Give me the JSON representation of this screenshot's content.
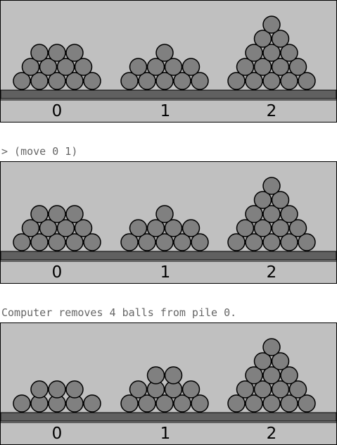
{
  "boards": [
    {
      "piles": [
        {
          "label": "0",
          "balls": 12
        },
        {
          "label": "1",
          "balls": 10
        },
        {
          "label": "2",
          "balls": 15
        }
      ]
    },
    {
      "piles": [
        {
          "label": "0",
          "balls": 12
        },
        {
          "label": "1",
          "balls": 10
        },
        {
          "label": "2",
          "balls": 15
        }
      ]
    },
    {
      "piles": [
        {
          "label": "0",
          "balls": 8
        },
        {
          "label": "1",
          "balls": 11
        },
        {
          "label": "2",
          "balls": 15
        }
      ]
    }
  ],
  "console": {
    "command": "> (move 0 1)",
    "message": "Computer removes 4 balls from pile 0."
  },
  "colors": {
    "background": "#c0c0c0",
    "ball": "#808080",
    "shelf": "#606060",
    "outline": "#000000"
  }
}
